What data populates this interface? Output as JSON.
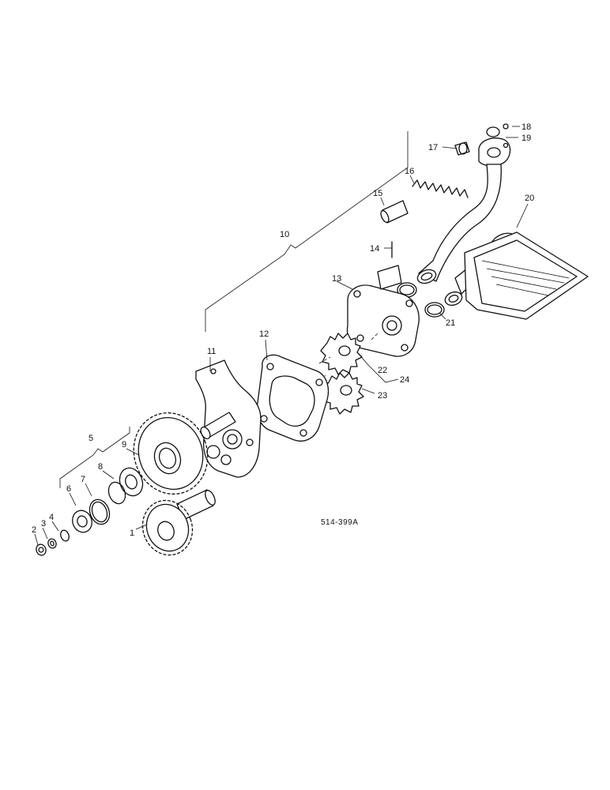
{
  "figure_code": "514-399A",
  "callouts": {
    "c1": "1",
    "c2": "2",
    "c3": "3",
    "c4": "4",
    "c5": "5",
    "c6": "6",
    "c7": "7",
    "c8": "8",
    "c9": "9",
    "c10": "10",
    "c11": "11",
    "c12": "12",
    "c13": "13",
    "c14": "14",
    "c15": "15",
    "c16": "16",
    "c17": "17",
    "c18": "18",
    "c19": "19",
    "c20": "20",
    "c21": "21",
    "c22": "22",
    "c23": "23",
    "c24": "24"
  }
}
